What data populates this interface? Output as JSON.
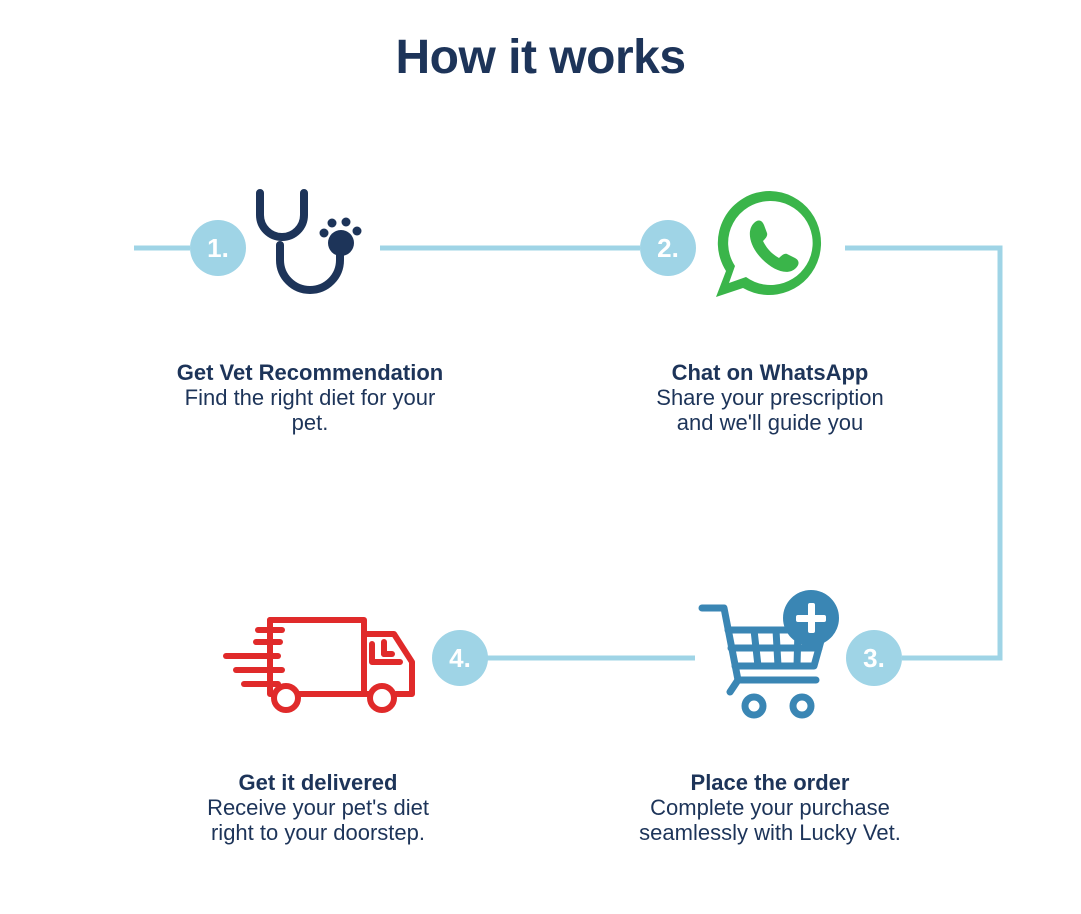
{
  "title": "How it works",
  "colors": {
    "navy": "#1d3459",
    "line": "#9fd4e6",
    "whatsapp": "#3ab54a",
    "cart": "#3a86b4",
    "truck": "#e02a2a"
  },
  "steps": [
    {
      "number": "1.",
      "icon": "stethoscope-paw-icon",
      "title": "Get Vet Recommendation",
      "desc_line1": "Find the right diet for your",
      "desc_line2": "pet."
    },
    {
      "number": "2.",
      "icon": "whatsapp-icon",
      "title": "Chat on WhatsApp",
      "desc_line1": "Share your prescription",
      "desc_line2": "and we'll guide you"
    },
    {
      "number": "3.",
      "icon": "shopping-cart-plus-icon",
      "title": "Place the order",
      "desc_line1": "Complete your purchase",
      "desc_line2": "seamlessly with Lucky Vet."
    },
    {
      "number": "4.",
      "icon": "delivery-truck-icon",
      "title": "Get it delivered",
      "desc_line1": "Receive your pet's diet",
      "desc_line2": "right to your doorstep."
    }
  ]
}
